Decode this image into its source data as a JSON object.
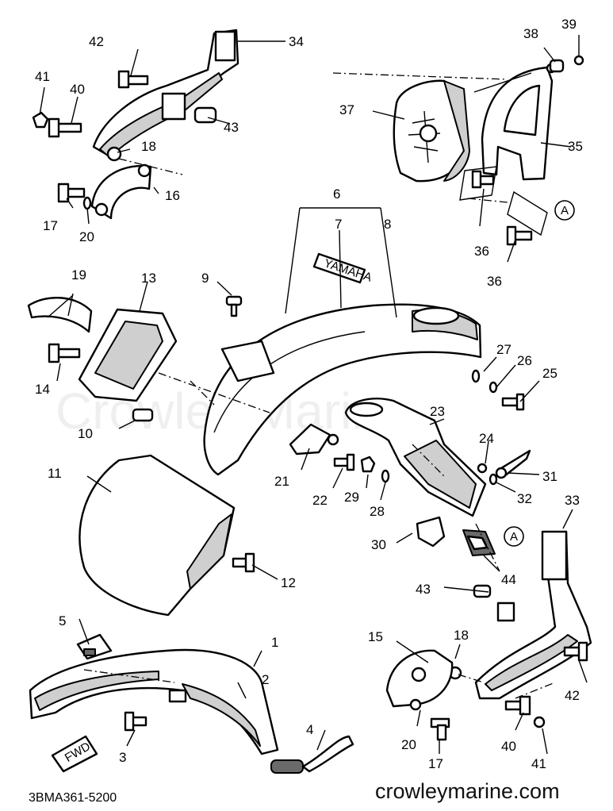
{
  "diagram": {
    "code": "3BMA361-5200",
    "site": "crowleymarine.com",
    "watermark": "Crowley Marine",
    "emblem_text": "YAMAHA",
    "fwd_text": "FWD",
    "reference_label": "A",
    "callouts": [
      {
        "id": "1",
        "label": "1"
      },
      {
        "id": "2",
        "label": "2"
      },
      {
        "id": "3",
        "label": "3"
      },
      {
        "id": "4",
        "label": "4"
      },
      {
        "id": "5",
        "label": "5"
      },
      {
        "id": "6",
        "label": "6"
      },
      {
        "id": "7",
        "label": "7"
      },
      {
        "id": "8",
        "label": "8"
      },
      {
        "id": "9",
        "label": "9"
      },
      {
        "id": "10",
        "label": "10"
      },
      {
        "id": "11",
        "label": "11"
      },
      {
        "id": "12",
        "label": "12"
      },
      {
        "id": "13",
        "label": "13"
      },
      {
        "id": "14",
        "label": "14"
      },
      {
        "id": "15",
        "label": "15"
      },
      {
        "id": "16",
        "label": "16"
      },
      {
        "id": "17a",
        "label": "17"
      },
      {
        "id": "17b",
        "label": "17"
      },
      {
        "id": "18a",
        "label": "18"
      },
      {
        "id": "18b",
        "label": "18"
      },
      {
        "id": "19",
        "label": "19"
      },
      {
        "id": "20a",
        "label": "20"
      },
      {
        "id": "20b",
        "label": "20"
      },
      {
        "id": "21",
        "label": "21"
      },
      {
        "id": "22",
        "label": "22"
      },
      {
        "id": "23",
        "label": "23"
      },
      {
        "id": "24",
        "label": "24"
      },
      {
        "id": "25",
        "label": "25"
      },
      {
        "id": "26",
        "label": "26"
      },
      {
        "id": "27",
        "label": "27"
      },
      {
        "id": "28",
        "label": "28"
      },
      {
        "id": "29",
        "label": "29"
      },
      {
        "id": "30",
        "label": "30"
      },
      {
        "id": "31",
        "label": "31"
      },
      {
        "id": "32",
        "label": "32"
      },
      {
        "id": "33",
        "label": "33"
      },
      {
        "id": "34",
        "label": "34"
      },
      {
        "id": "35",
        "label": "35"
      },
      {
        "id": "36a",
        "label": "36"
      },
      {
        "id": "36b",
        "label": "36"
      },
      {
        "id": "37",
        "label": "37"
      },
      {
        "id": "38",
        "label": "38"
      },
      {
        "id": "39",
        "label": "39"
      },
      {
        "id": "40a",
        "label": "40"
      },
      {
        "id": "40b",
        "label": "40"
      },
      {
        "id": "41a",
        "label": "41"
      },
      {
        "id": "41b",
        "label": "41"
      },
      {
        "id": "42a",
        "label": "42"
      },
      {
        "id": "42b",
        "label": "42"
      },
      {
        "id": "43a",
        "label": "43"
      },
      {
        "id": "43b",
        "label": "43"
      },
      {
        "id": "44",
        "label": "44"
      }
    ]
  }
}
